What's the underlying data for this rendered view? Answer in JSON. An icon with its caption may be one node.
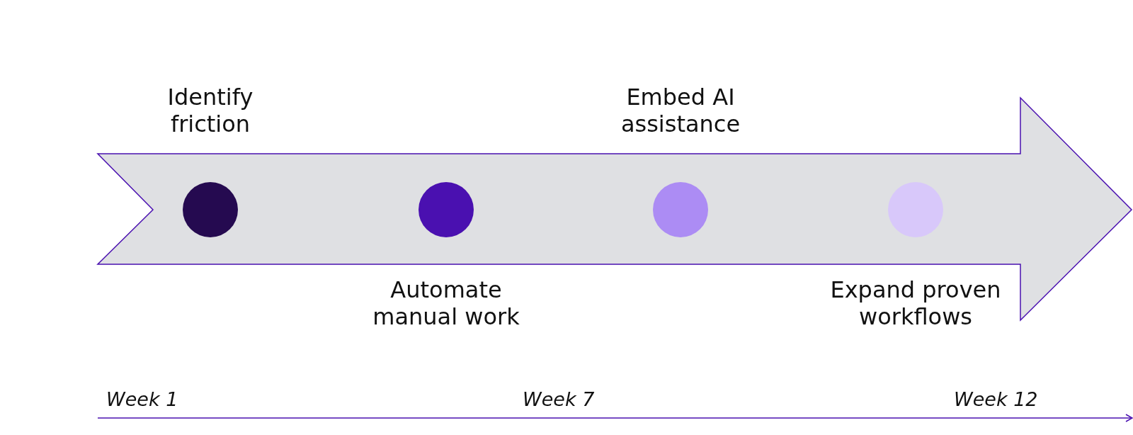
{
  "diagram": {
    "nodes": [
      {
        "text": [],
        "shape": "arrow"
      },
      {
        "text": [],
        "shape": "circle",
        "in": 0,
        "beside": [
          "Identify friction"
        ]
      },
      {
        "text": [],
        "shape": "circle",
        "in": 0,
        "beside": [
          "Automate manual work"
        ]
      },
      {
        "text": [],
        "shape": "circle",
        "in": 0,
        "beside": [
          "Embed AI assistance"
        ]
      },
      {
        "text": [],
        "shape": "circle",
        "in": 0,
        "beside": [
          "Expand proven workflows"
        ]
      }
    ],
    "edges": [],
    "labels": [
      "Week 1",
      "Week 7",
      "Week 12"
    ]
  }
}
